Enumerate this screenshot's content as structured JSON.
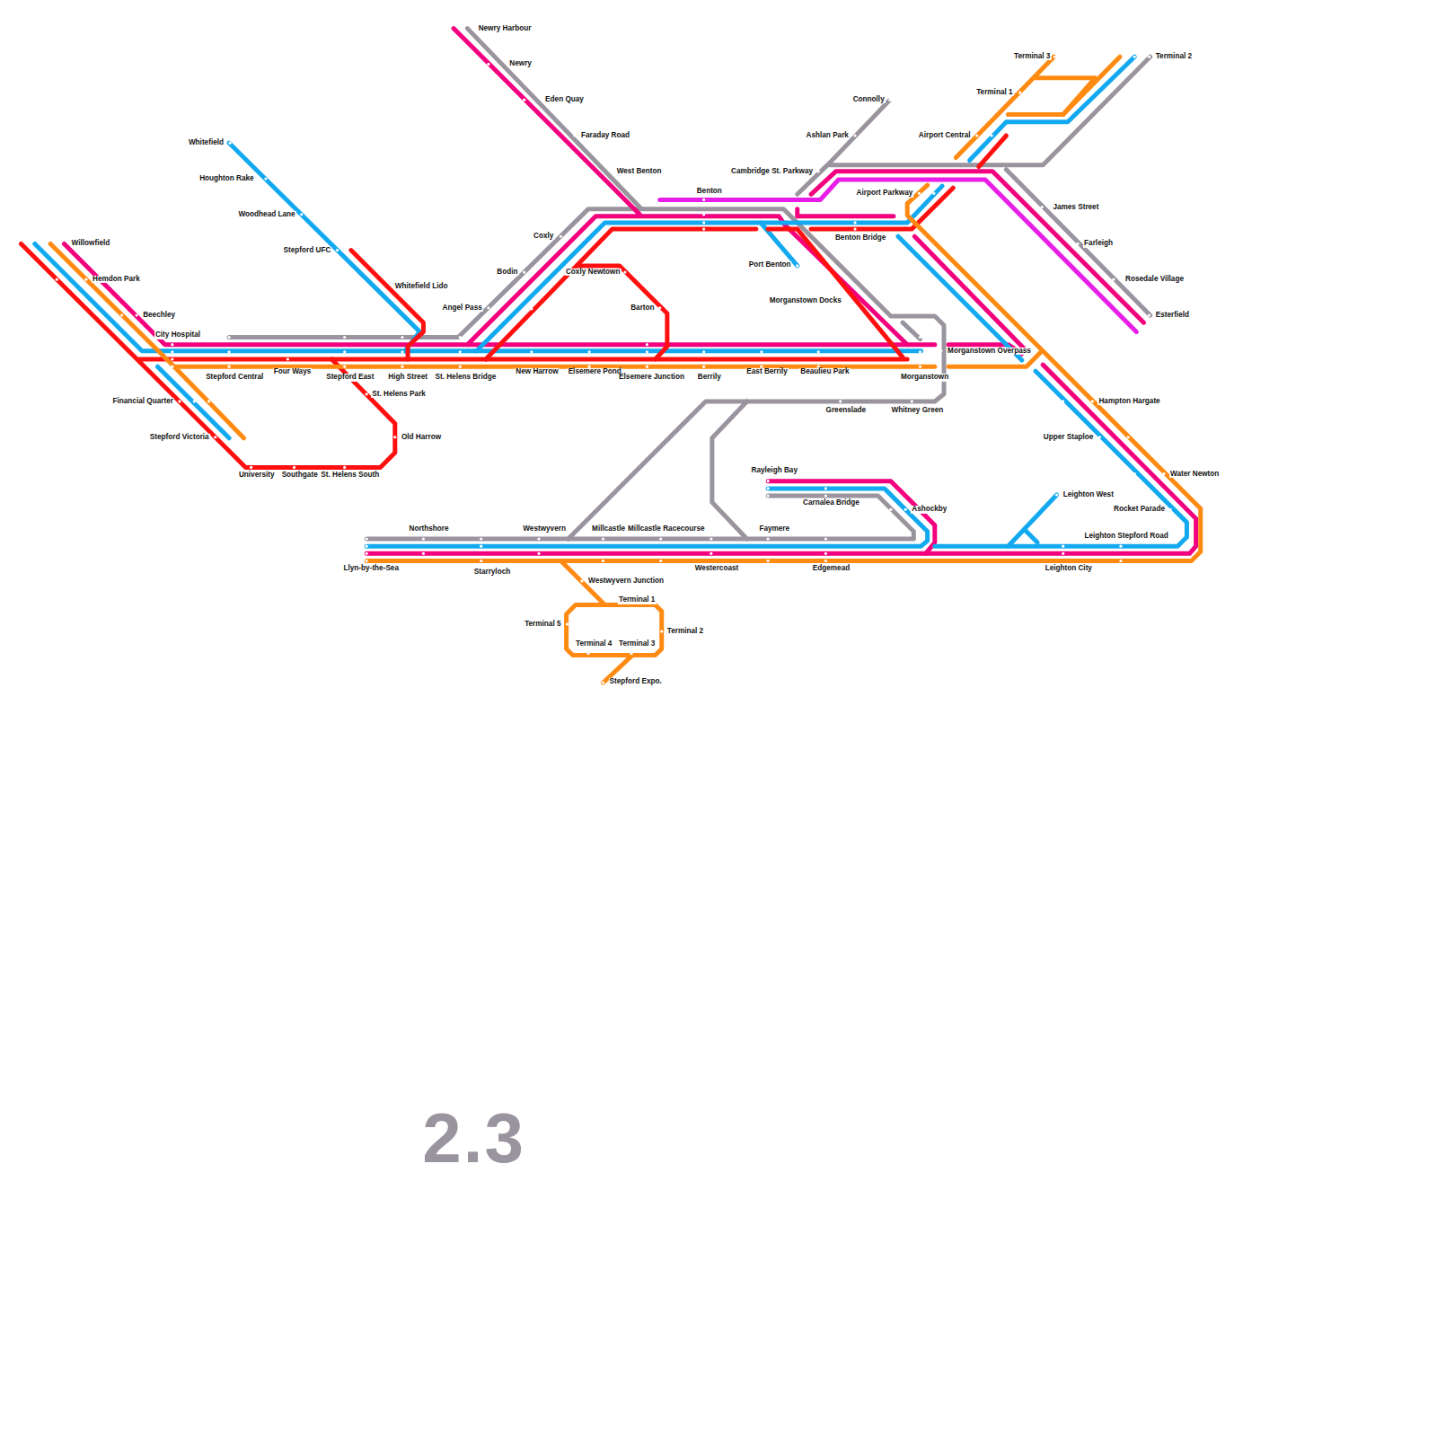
{
  "diagram": {
    "labels": [
      "Newry Harbour",
      "Terminal 3",
      "Terminal 2",
      "Newry",
      "Terminal 1",
      "Eden Quay",
      "Connolly",
      "Faraday Road",
      "Ashlan Park",
      "Airport Central",
      "Whitefield",
      "West Benton",
      "Cambridge St. Parkway",
      "Houghton Rake",
      "Benton",
      "Airport Parkway",
      "James Street",
      "Woodhead Lane",
      "Coxly",
      "Benton Bridge",
      "Willowfield",
      "Farleigh",
      "Stepford UFC",
      "Port Benton",
      "Bodin",
      "Coxly Newtown",
      "Hemdon Park",
      "Rosedale Village",
      "Whitefield Lido",
      "Morganstown Docks",
      "Angel Pass",
      "Barton",
      "Beechley",
      "Esterfield",
      "City Hospital",
      "Morganstown Overpass",
      "Four Ways",
      "New Harrow",
      "Elsemere Pond",
      "East Berrily",
      "Beaulieu Park",
      "Stepford Central",
      "Stepford East",
      "High Street",
      "St. Helens Bridge",
      "Elsemere Junction",
      "Berrily",
      "Morganstown",
      "St. Helens Park",
      "Financial Quarter",
      "Hampton Hargate",
      "Greenslade",
      "Whitney Green",
      "Stepford Victoria",
      "Old Harrow",
      "Upper Staploe",
      "Rayleigh Bay",
      "Water Newton",
      "University",
      "Southgate",
      "St. Helens South",
      "Leighton West",
      "Carnalea Bridge",
      "Ashockby",
      "Rocket Parade",
      "Northshore",
      "Westwyvern",
      "Millcastle",
      "Millcastle Racecourse",
      "Faymere",
      "Leighton Stepford Road",
      "Llyn-by-the-Sea",
      "Starryloch",
      "Westercoast",
      "Edgemead",
      "Leighton City",
      "Westwyvern Junction",
      "Terminal 1",
      "Terminal 5",
      "Terminal 2",
      "Terminal 4",
      "Terminal 3",
      "Stepford Expo.",
      "2.3"
    ]
  }
}
